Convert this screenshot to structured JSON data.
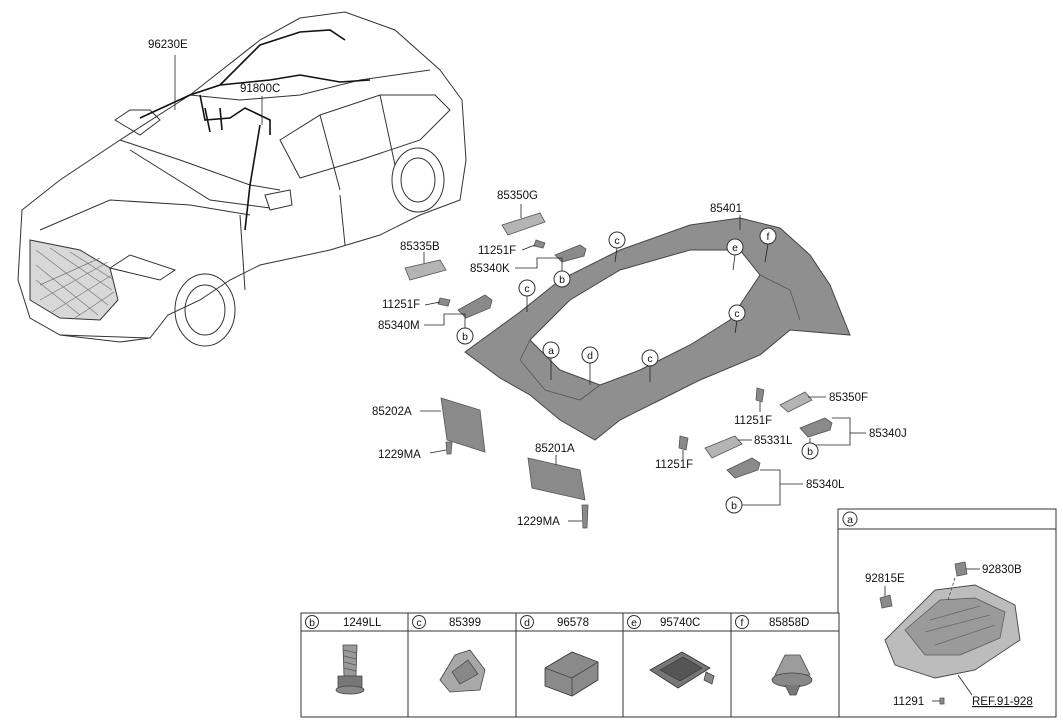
{
  "labels": {
    "harness_roof": "96230E",
    "harness_room": "91800C",
    "bracket_g": "85350G",
    "screw_g": "11251F",
    "handle_k": "85340K",
    "bracket_b": "85335B",
    "screw_b": "11251F",
    "handle_m": "85340M",
    "headlining": "85401",
    "visor_left": "85202A",
    "visor_left_screw": "1229MA",
    "visor_right": "85201A",
    "visor_right_screw": "1229MA",
    "bracket_f": "85350F",
    "screw_f": "11251F",
    "handle_j": "85340J",
    "bracket_331l": "85331L",
    "screw_331l": "11251F",
    "handle_l": "85340L"
  },
  "callouts": [
    "a",
    "b",
    "c",
    "d",
    "e",
    "f"
  ],
  "inset_a": {
    "letter": "a",
    "parts": [
      "92815E",
      "92830B",
      "11291"
    ],
    "ref": "REF.91-928"
  },
  "legend": [
    {
      "letter": "b",
      "part": "1249LL",
      "icon": "bolt-icon"
    },
    {
      "letter": "c",
      "part": "85399",
      "icon": "clip-icon"
    },
    {
      "letter": "d",
      "part": "96578",
      "icon": "module-icon"
    },
    {
      "letter": "e",
      "part": "95740C",
      "icon": "sensor-icon"
    },
    {
      "letter": "f",
      "part": "85858D",
      "icon": "fastener-icon"
    }
  ],
  "colors": {
    "line": "#222222",
    "part_fill": "#8a8a8a",
    "background": "#ffffff"
  }
}
